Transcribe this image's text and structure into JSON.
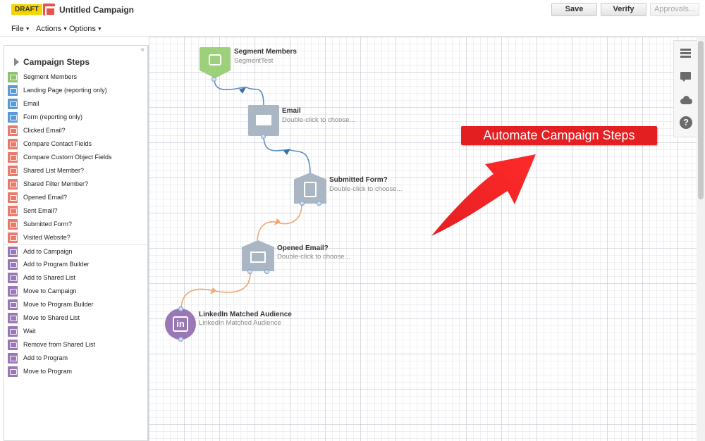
{
  "header": {
    "draft_badge": "DRAFT",
    "campaign_title": "Untitled Campaign",
    "save_label": "Save",
    "verify_label": "Verify",
    "approvals_label": "Approvals..."
  },
  "menubar": {
    "file": "File",
    "actions": "Actions",
    "options": "Options"
  },
  "panel": {
    "collapse": "«",
    "title": "Campaign Steps",
    "steps": [
      {
        "label": "Segment Members",
        "color": "#8dc26f"
      },
      {
        "label": "Landing Page (reporting only)",
        "color": "#5b9bd5"
      },
      {
        "label": "Email",
        "color": "#5b9bd5"
      },
      {
        "label": "Form (reporting only)",
        "color": "#5b9bd5"
      },
      {
        "label": "Clicked Email?",
        "color": "#ec7a6b"
      },
      {
        "label": "Compare Contact Fields",
        "color": "#ec7a6b"
      },
      {
        "label": "Compare Custom Object Fields",
        "color": "#ec7a6b"
      },
      {
        "label": "Shared List Member?",
        "color": "#ec7a6b"
      },
      {
        "label": "Shared Filter Member?",
        "color": "#ec7a6b"
      },
      {
        "label": "Opened Email?",
        "color": "#ec7a6b"
      },
      {
        "label": "Sent Email?",
        "color": "#ec7a6b"
      },
      {
        "label": "Submitted Form?",
        "color": "#ec7a6b"
      },
      {
        "label": "Visited Website?",
        "color": "#ec7a6b"
      },
      {
        "label": "Add to Campaign",
        "color": "#9a77b5"
      },
      {
        "label": "Add to Program Builder",
        "color": "#9a77b5"
      },
      {
        "label": "Add to Shared List",
        "color": "#9a77b5"
      },
      {
        "label": "Move to Campaign",
        "color": "#9a77b5"
      },
      {
        "label": "Move to Program Builder",
        "color": "#9a77b5"
      },
      {
        "label": "Move to Shared List",
        "color": "#9a77b5"
      },
      {
        "label": "Wait",
        "color": "#9a77b5"
      },
      {
        "label": "Remove from Shared List",
        "color": "#9a77b5"
      },
      {
        "label": "Add to Program",
        "color": "#9a77b5"
      },
      {
        "label": "Move to Program",
        "color": "#9a77b5"
      }
    ]
  },
  "flow": {
    "segment": {
      "title": "Segment Members",
      "sub": "SegmentTest"
    },
    "email": {
      "title": "Email",
      "sub": "Double-click to choose..."
    },
    "submitted": {
      "title": "Submitted Form?",
      "sub": "Double-click to choose..."
    },
    "opened": {
      "title": "Opened Email?",
      "sub": "Double-click to choose..."
    },
    "linkedin": {
      "title": "LinkedIn Matched Audience",
      "sub": "LinkedIn Matched Audience",
      "glyph": "in"
    }
  },
  "callout": "Automate Campaign Steps",
  "help_glyph": "?"
}
